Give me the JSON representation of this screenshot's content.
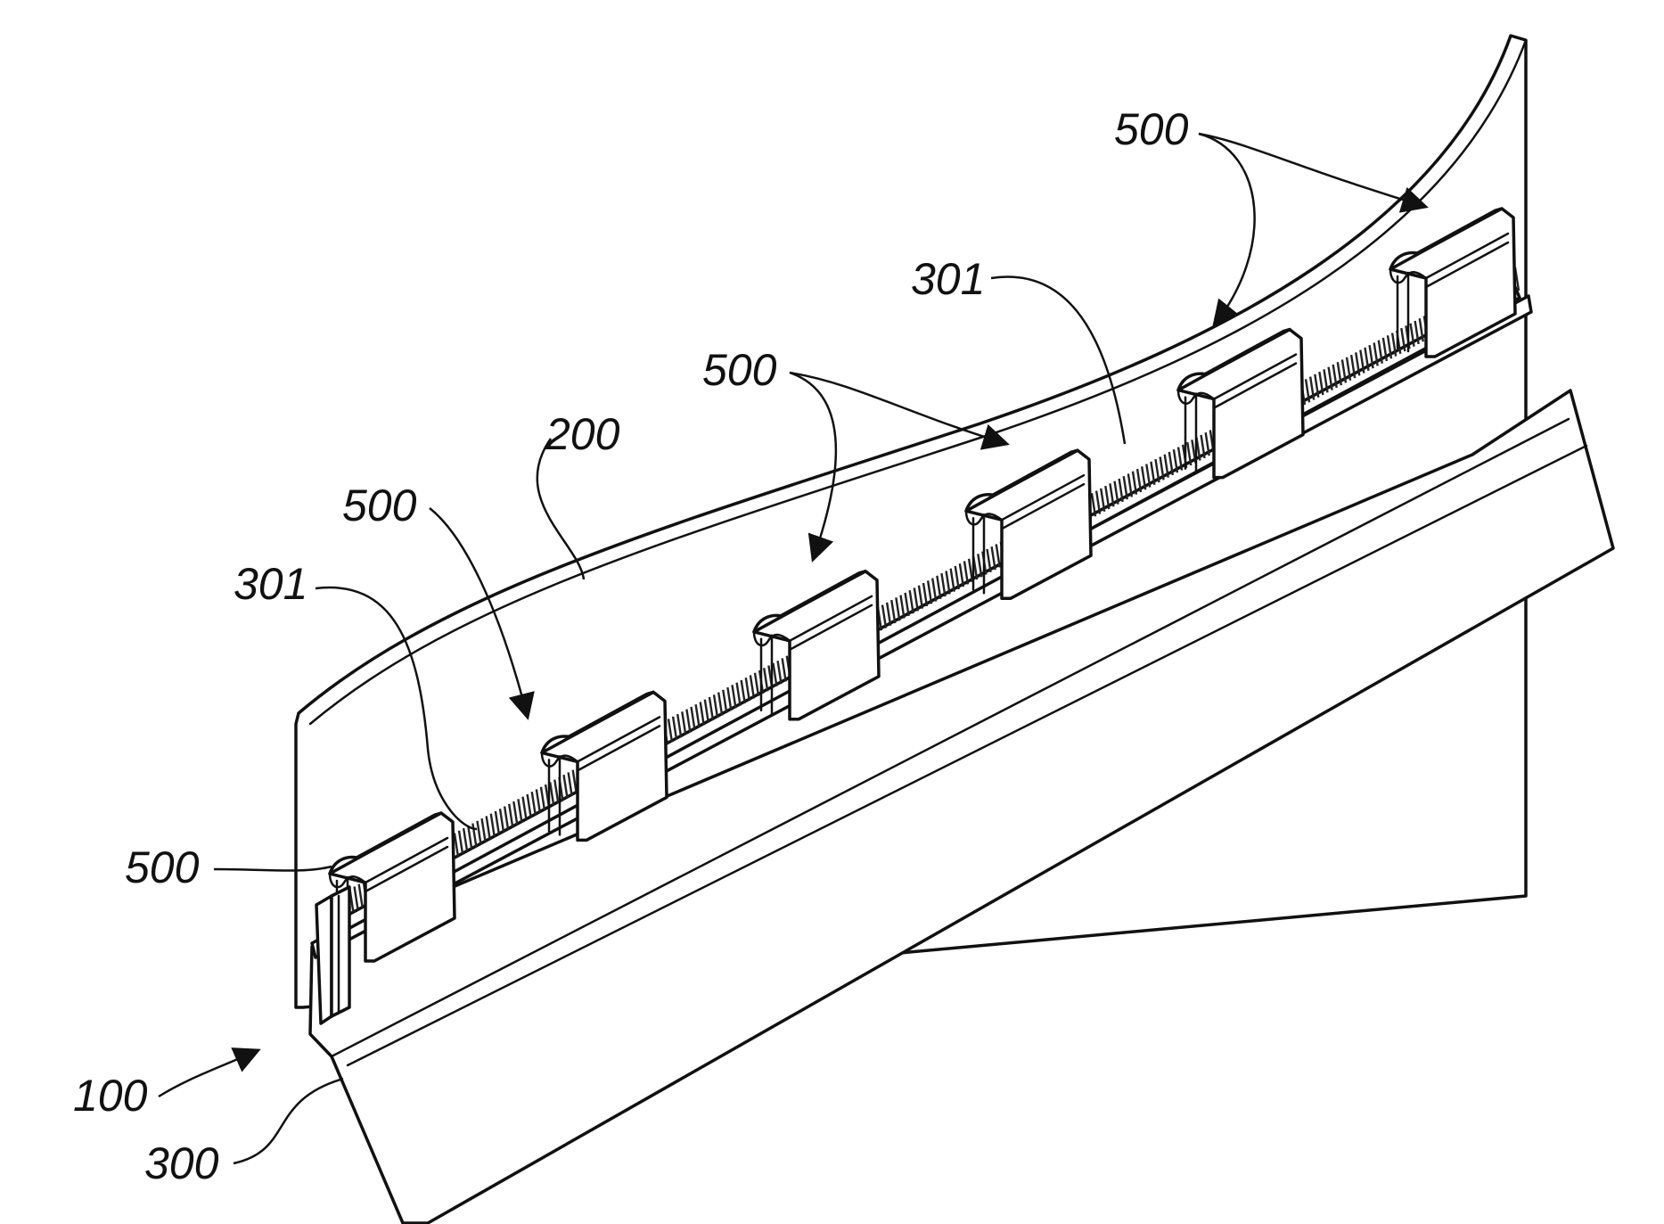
{
  "figure": {
    "reference_labels": [
      {
        "id": "label-500-top-right",
        "text": "500"
      },
      {
        "id": "label-301-right",
        "text": "301"
      },
      {
        "id": "label-500-mid",
        "text": "500"
      },
      {
        "id": "label-200",
        "text": "200"
      },
      {
        "id": "label-500-left",
        "text": "500"
      },
      {
        "id": "label-301-left",
        "text": "301"
      },
      {
        "id": "label-500-bottom",
        "text": "500"
      },
      {
        "id": "label-100",
        "text": "100"
      },
      {
        "id": "label-300",
        "text": "300"
      }
    ],
    "clip_count": 6
  }
}
